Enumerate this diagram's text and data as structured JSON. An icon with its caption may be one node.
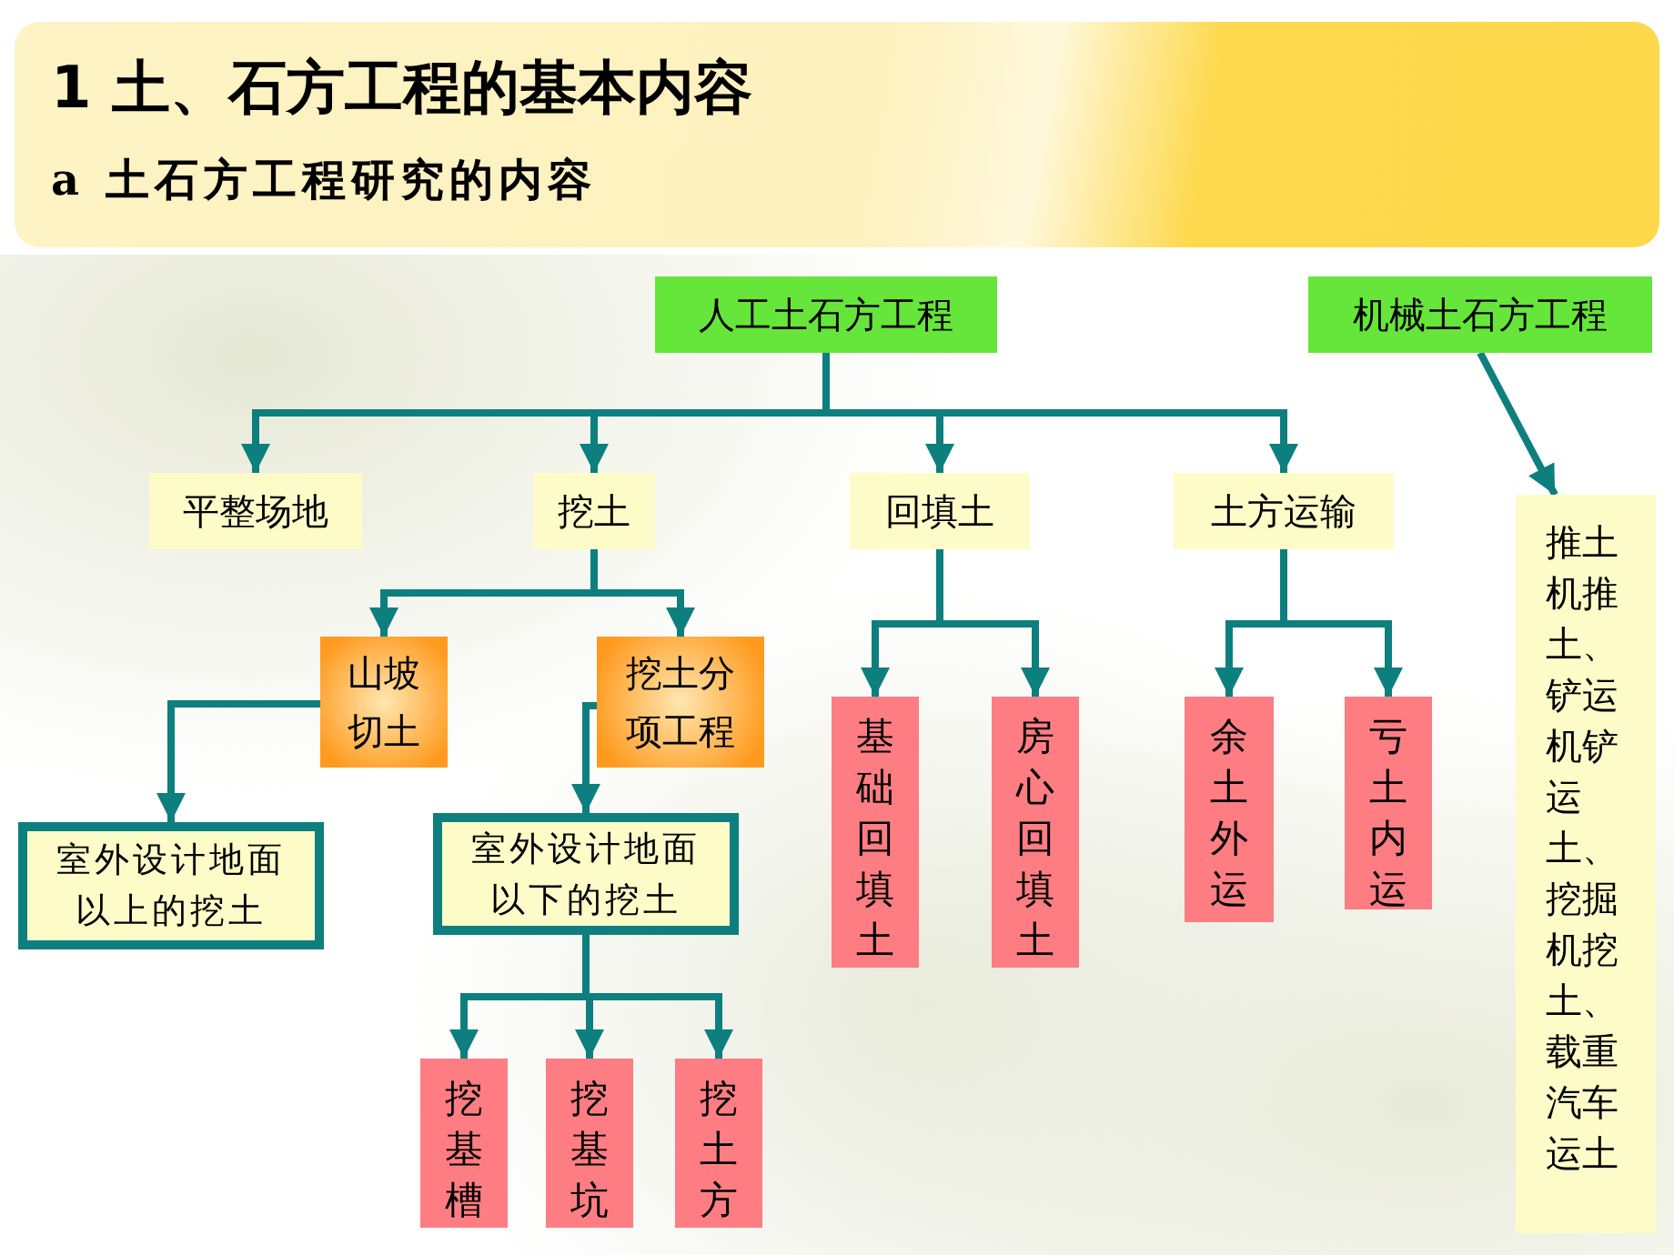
{
  "diagram": {
    "title": "1 土、石方工程的基本内容",
    "nodes": [
      {
        "text": [
          "人工土石方工程"
        ]
      },
      {
        "text": [
          "机械土石方工程"
        ]
      },
      {
        "text": [
          "平整场地"
        ]
      },
      {
        "text": [
          "挖土"
        ]
      },
      {
        "text": [
          "回填土"
        ]
      },
      {
        "text": [
          "土方运输"
        ]
      },
      {
        "text": [
          "山坡切土"
        ]
      },
      {
        "text": [
          "挖土分项工程"
        ]
      },
      {
        "text": [
          "室外设计地面以上的挖土"
        ]
      },
      {
        "text": [
          "室外设计地面以下的挖土"
        ]
      },
      {
        "text": [
          "挖基槽"
        ]
      },
      {
        "text": [
          "挖基坑"
        ]
      },
      {
        "text": [
          "挖土方"
        ]
      },
      {
        "text": [
          "基础回填土"
        ]
      },
      {
        "text": [
          "房心回填土"
        ]
      },
      {
        "text": [
          "余土外运"
        ]
      },
      {
        "text": [
          "亏土内运"
        ]
      },
      {
        "text": [
          "推土机推土、铲运机铲运土、挖掘机挖土、载重汽车运土"
        ]
      }
    ],
    "edges": [
      {
        "from": 0,
        "to": 2,
        "arrow": "to"
      },
      {
        "from": 0,
        "to": 3,
        "arrow": "to"
      },
      {
        "from": 0,
        "to": 4,
        "arrow": "to"
      },
      {
        "from": 0,
        "to": 5,
        "arrow": "to"
      },
      {
        "from": 3,
        "to": 6,
        "arrow": "to"
      },
      {
        "from": 3,
        "to": 7,
        "arrow": "to"
      },
      {
        "from": 6,
        "to": 8,
        "arrow": "to"
      },
      {
        "from": 7,
        "to": 9,
        "arrow": "to"
      },
      {
        "from": 9,
        "to": 10,
        "arrow": "to"
      },
      {
        "from": 9,
        "to": 11,
        "arrow": "to"
      },
      {
        "from": 9,
        "to": 12,
        "arrow": "to"
      },
      {
        "from": 4,
        "to": 13,
        "arrow": "to"
      },
      {
        "from": 4,
        "to": 14,
        "arrow": "to"
      },
      {
        "from": 5,
        "to": 15,
        "arrow": "to"
      },
      {
        "from": 5,
        "to": 16,
        "arrow": "to"
      },
      {
        "from": 1,
        "to": 17,
        "arrow": "to"
      }
    ],
    "labels": [
      "a 土石方工程研究的内容"
    ]
  }
}
